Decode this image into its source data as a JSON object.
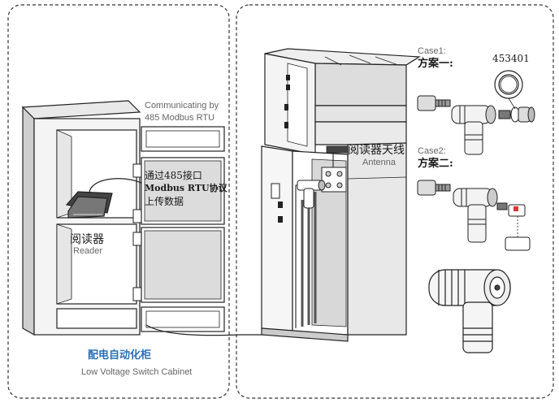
{
  "left_panel": {
    "comm_en": [
      "Communicating by",
      "485 Modbus RTU"
    ],
    "comm_cn": [
      "通过485接口",
      "Modbus RTU协议",
      "上传数据"
    ],
    "reader_cn": "阅读器",
    "reader_en": "Reader",
    "cabinet_cn": "配电自动化柜",
    "cabinet_en": "Low Voltage Switch Cabinet"
  },
  "right_panel": {
    "antenna_cn": "阅读器天线",
    "antenna_en": "Antenna",
    "case1_en": "Case1:",
    "case1_cn": "方案一:",
    "part_number": "453401",
    "case2_en": "Case2:",
    "case2_cn": "方案二:"
  },
  "colors": {
    "cabinet_title": "#2a6fb8",
    "outline": "#222222",
    "panel_fill": "#dcdcdc",
    "border_dash": "#333333"
  }
}
